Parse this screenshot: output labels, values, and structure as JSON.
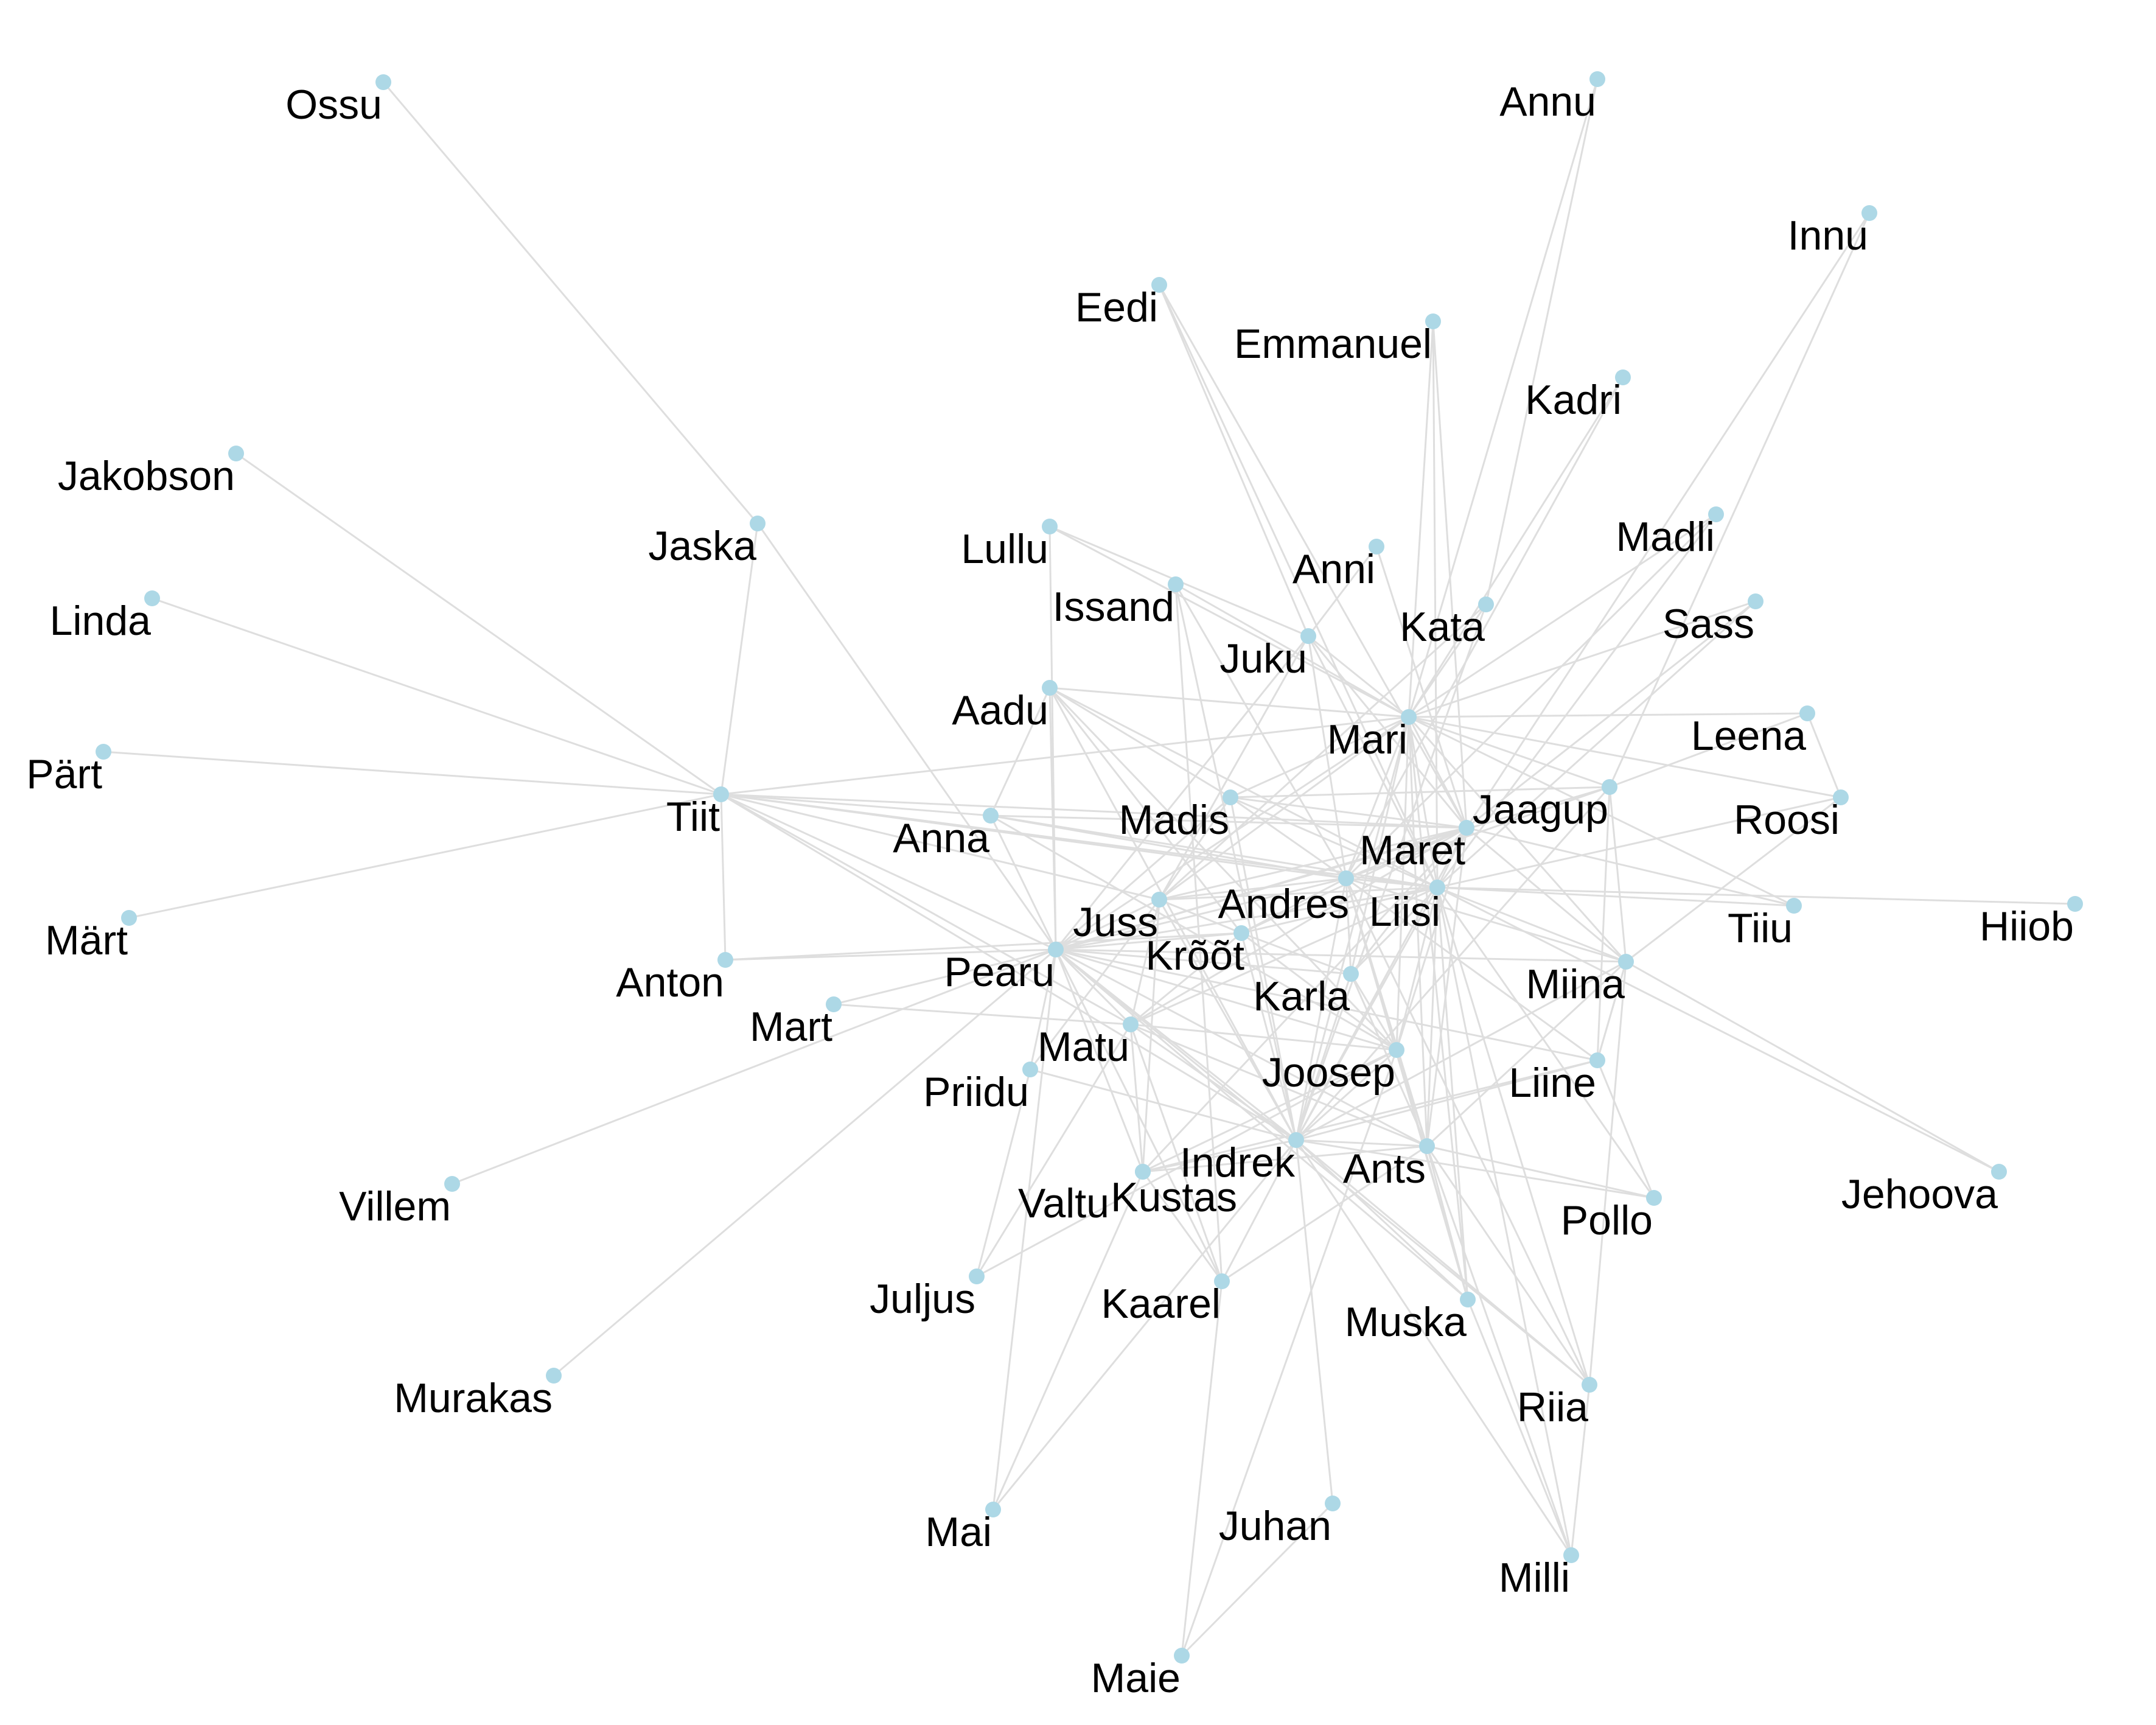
{
  "nodes": [
    {
      "id": "Ossu"
    },
    {
      "id": "Annu"
    },
    {
      "id": "Innu"
    },
    {
      "id": "Eedi"
    },
    {
      "id": "Emmanuel"
    },
    {
      "id": "Kadri"
    },
    {
      "id": "Jakobson"
    },
    {
      "id": "Madli"
    },
    {
      "id": "Jaska"
    },
    {
      "id": "Lullu"
    },
    {
      "id": "Anni"
    },
    {
      "id": "Issand"
    },
    {
      "id": "Kata"
    },
    {
      "id": "Sass"
    },
    {
      "id": "Linda"
    },
    {
      "id": "Juku"
    },
    {
      "id": "Aadu"
    },
    {
      "id": "Mari"
    },
    {
      "id": "Leena"
    },
    {
      "id": "Pärt"
    },
    {
      "id": "Tiit"
    },
    {
      "id": "Madis"
    },
    {
      "id": "Jaagup"
    },
    {
      "id": "Roosi"
    },
    {
      "id": "Anna"
    },
    {
      "id": "Maret"
    },
    {
      "id": "Andres"
    },
    {
      "id": "Liisi"
    },
    {
      "id": "Juss"
    },
    {
      "id": "Tiiu"
    },
    {
      "id": "Hiiob"
    },
    {
      "id": "Märt"
    },
    {
      "id": "Krõõt"
    },
    {
      "id": "Pearu"
    },
    {
      "id": "Anton"
    },
    {
      "id": "Miina"
    },
    {
      "id": "Karla"
    },
    {
      "id": "Mart"
    },
    {
      "id": "Matu"
    },
    {
      "id": "Joosep"
    },
    {
      "id": "Priidu"
    },
    {
      "id": "Liine"
    },
    {
      "id": "Indrek"
    },
    {
      "id": "Ants"
    },
    {
      "id": "Kustas"
    },
    {
      "id": "Valtu"
    },
    {
      "id": "Villem"
    },
    {
      "id": "Pollo"
    },
    {
      "id": "Jehoova"
    },
    {
      "id": "Juljus"
    },
    {
      "id": "Kaarel"
    },
    {
      "id": "Muska"
    },
    {
      "id": "Murakas"
    },
    {
      "id": "Riia"
    },
    {
      "id": "Mai"
    },
    {
      "id": "Juhan"
    },
    {
      "id": "Milli"
    },
    {
      "id": "Maie"
    }
  ],
  "edges": [
    [
      "Ossu",
      "Jaska"
    ],
    [
      "Jaska",
      "Tiit"
    ],
    [
      "Jaska",
      "Pearu"
    ],
    [
      "Jakobson",
      "Tiit"
    ],
    [
      "Linda",
      "Tiit"
    ],
    [
      "Pärt",
      "Tiit"
    ],
    [
      "Märt",
      "Tiit"
    ],
    [
      "Tiit",
      "Anton"
    ],
    [
      "Tiit",
      "Anna"
    ],
    [
      "Tiit",
      "Pearu"
    ],
    [
      "Tiit",
      "Mari"
    ],
    [
      "Tiit",
      "Maret"
    ],
    [
      "Tiit",
      "Liisi"
    ],
    [
      "Tiit",
      "Juss"
    ],
    [
      "Tiit",
      "Indrek"
    ],
    [
      "Tiit",
      "Andres"
    ],
    [
      "Tiit",
      "Matu"
    ],
    [
      "Annu",
      "Kata"
    ],
    [
      "Annu",
      "Mari"
    ],
    [
      "Innu",
      "Jaagup"
    ],
    [
      "Innu",
      "Maret"
    ],
    [
      "Eedi",
      "Juku"
    ],
    [
      "Eedi",
      "Maret"
    ],
    [
      "Eedi",
      "Liisi"
    ],
    [
      "Emmanuel",
      "Mari"
    ],
    [
      "Emmanuel",
      "Maret"
    ],
    [
      "Emmanuel",
      "Liisi"
    ],
    [
      "Kadri",
      "Mari"
    ],
    [
      "Kadri",
      "Andres"
    ],
    [
      "Madli",
      "Mari"
    ],
    [
      "Madli",
      "Andres"
    ],
    [
      "Madli",
      "Liisi"
    ],
    [
      "Sass",
      "Mari"
    ],
    [
      "Sass",
      "Maret"
    ],
    [
      "Sass",
      "Liisi"
    ],
    [
      "Leena",
      "Mari"
    ],
    [
      "Leena",
      "Jaagup"
    ],
    [
      "Leena",
      "Roosi"
    ],
    [
      "Roosi",
      "Liisi"
    ],
    [
      "Roosi",
      "Miina"
    ],
    [
      "Roosi",
      "Mari"
    ],
    [
      "Tiiu",
      "Mari"
    ],
    [
      "Tiiu",
      "Liisi"
    ],
    [
      "Hiiob",
      "Liisi"
    ],
    [
      "Jehoova",
      "Liisi"
    ],
    [
      "Lullu",
      "Juku"
    ],
    [
      "Lullu",
      "Pearu"
    ],
    [
      "Lullu",
      "Mari"
    ],
    [
      "Issand",
      "Mari"
    ],
    [
      "Issand",
      "Andres"
    ],
    [
      "Issand",
      "Indrek"
    ],
    [
      "Issand",
      "Kaarel"
    ],
    [
      "Anni",
      "Juku"
    ],
    [
      "Anni",
      "Maret"
    ],
    [
      "Kata",
      "Mari"
    ],
    [
      "Kata",
      "Juss"
    ],
    [
      "Kata",
      "Indrek"
    ],
    [
      "Juku",
      "Mari"
    ],
    [
      "Juku",
      "Maret"
    ],
    [
      "Juku",
      "Liisi"
    ],
    [
      "Juku",
      "Andres"
    ],
    [
      "Juku",
      "Pearu"
    ],
    [
      "Juku",
      "Juss"
    ],
    [
      "Aadu",
      "Mari"
    ],
    [
      "Aadu",
      "Pearu"
    ],
    [
      "Aadu",
      "Madis"
    ],
    [
      "Aadu",
      "Joosep"
    ],
    [
      "Aadu",
      "Indrek"
    ],
    [
      "Aadu",
      "Anna"
    ],
    [
      "Aadu",
      "Liisi"
    ],
    [
      "Aadu",
      "Krõõt"
    ],
    [
      "Mari",
      "Maret"
    ],
    [
      "Mari",
      "Andres"
    ],
    [
      "Mari",
      "Liisi"
    ],
    [
      "Mari",
      "Pearu"
    ],
    [
      "Mari",
      "Madis"
    ],
    [
      "Mari",
      "Miina"
    ],
    [
      "Mari",
      "Indrek"
    ],
    [
      "Mari",
      "Joosep"
    ],
    [
      "Mari",
      "Karla"
    ],
    [
      "Mari",
      "Juss"
    ],
    [
      "Mari",
      "Ants"
    ],
    [
      "Mari",
      "Muska"
    ],
    [
      "Mari",
      "Jaagup"
    ],
    [
      "Madis",
      "Maret"
    ],
    [
      "Madis",
      "Pearu"
    ],
    [
      "Madis",
      "Indrek"
    ],
    [
      "Madis",
      "Juss"
    ],
    [
      "Madis",
      "Andres"
    ],
    [
      "Madis",
      "Liisi"
    ],
    [
      "Madis",
      "Jaagup"
    ],
    [
      "Jaagup",
      "Pearu"
    ],
    [
      "Jaagup",
      "Miina"
    ],
    [
      "Jaagup",
      "Andres"
    ],
    [
      "Jaagup",
      "Indrek"
    ],
    [
      "Jaagup",
      "Liine"
    ],
    [
      "Anna",
      "Pearu"
    ],
    [
      "Anna",
      "Andres"
    ],
    [
      "Anna",
      "Maret"
    ],
    [
      "Anna",
      "Joosep"
    ],
    [
      "Anna",
      "Liisi"
    ],
    [
      "Maret",
      "Andres"
    ],
    [
      "Maret",
      "Liisi"
    ],
    [
      "Maret",
      "Pearu"
    ],
    [
      "Maret",
      "Indrek"
    ],
    [
      "Maret",
      "Joosep"
    ],
    [
      "Maret",
      "Karla"
    ],
    [
      "Maret",
      "Miina"
    ],
    [
      "Maret",
      "Ants"
    ],
    [
      "Maret",
      "Juss"
    ],
    [
      "Maret",
      "Tiiu"
    ],
    [
      "Maret",
      "Krõõt"
    ],
    [
      "Maret",
      "Matu"
    ],
    [
      "Maret",
      "Kustas"
    ],
    [
      "Andres",
      "Liisi"
    ],
    [
      "Andres",
      "Pearu"
    ],
    [
      "Andres",
      "Indrek"
    ],
    [
      "Andres",
      "Joosep"
    ],
    [
      "Andres",
      "Ants"
    ],
    [
      "Andres",
      "Krõõt"
    ],
    [
      "Andres",
      "Karla"
    ],
    [
      "Andres",
      "Juss"
    ],
    [
      "Andres",
      "Miina"
    ],
    [
      "Andres",
      "Muska"
    ],
    [
      "Andres",
      "Liine"
    ],
    [
      "Andres",
      "Riia"
    ],
    [
      "Liisi",
      "Pearu"
    ],
    [
      "Liisi",
      "Indrek"
    ],
    [
      "Liisi",
      "Joosep"
    ],
    [
      "Liisi",
      "Ants"
    ],
    [
      "Liisi",
      "Miina"
    ],
    [
      "Liisi",
      "Karla"
    ],
    [
      "Liisi",
      "Juss"
    ],
    [
      "Liisi",
      "Krõõt"
    ],
    [
      "Liisi",
      "Muska"
    ],
    [
      "Liisi",
      "Riia"
    ],
    [
      "Liisi",
      "Milli"
    ],
    [
      "Liisi",
      "Pollo"
    ],
    [
      "Liisi",
      "Matu"
    ],
    [
      "Juss",
      "Pearu"
    ],
    [
      "Juss",
      "Indrek"
    ],
    [
      "Juss",
      "Matu"
    ],
    [
      "Juss",
      "Priidu"
    ],
    [
      "Juss",
      "Krõõt"
    ],
    [
      "Juss",
      "Kustas"
    ],
    [
      "Krõõt",
      "Pearu"
    ],
    [
      "Krõõt",
      "Indrek"
    ],
    [
      "Krõõt",
      "Joosep"
    ],
    [
      "Krõõt",
      "Matu"
    ],
    [
      "Krõõt",
      "Karla"
    ],
    [
      "Pearu",
      "Anton"
    ],
    [
      "Pearu",
      "Mart"
    ],
    [
      "Pearu",
      "Villem"
    ],
    [
      "Pearu",
      "Murakas"
    ],
    [
      "Pearu",
      "Matu"
    ],
    [
      "Pearu",
      "Indrek"
    ],
    [
      "Pearu",
      "Joosep"
    ],
    [
      "Pearu",
      "Kaarel"
    ],
    [
      "Pearu",
      "Kustas"
    ],
    [
      "Pearu",
      "Ants"
    ],
    [
      "Pearu",
      "Karla"
    ],
    [
      "Pearu",
      "Priidu"
    ],
    [
      "Pearu",
      "Muska"
    ],
    [
      "Pearu",
      "Miina"
    ],
    [
      "Pearu",
      "Riia"
    ],
    [
      "Pearu",
      "Mai"
    ],
    [
      "Pearu",
      "Liine"
    ],
    [
      "Mart",
      "Matu"
    ],
    [
      "Anton",
      "Krõõt"
    ],
    [
      "Karla",
      "Indrek"
    ],
    [
      "Karla",
      "Ants"
    ],
    [
      "Karla",
      "Joosep"
    ],
    [
      "Matu",
      "Indrek"
    ],
    [
      "Matu",
      "Joosep"
    ],
    [
      "Matu",
      "Kustas"
    ],
    [
      "Matu",
      "Kaarel"
    ],
    [
      "Matu",
      "Juljus"
    ],
    [
      "Matu",
      "Ants"
    ],
    [
      "Joosep",
      "Indrek"
    ],
    [
      "Joosep",
      "Ants"
    ],
    [
      "Joosep",
      "Kustas"
    ],
    [
      "Joosep",
      "Muska"
    ],
    [
      "Joosep",
      "Juljus"
    ],
    [
      "Joosep",
      "Maie"
    ],
    [
      "Priidu",
      "Juljus"
    ],
    [
      "Priidu",
      "Indrek"
    ],
    [
      "Liine",
      "Indrek"
    ],
    [
      "Liine",
      "Pollo"
    ],
    [
      "Liine",
      "Kustas"
    ],
    [
      "Liine",
      "Miina"
    ],
    [
      "Miina",
      "Ants"
    ],
    [
      "Miina",
      "Jehoova"
    ],
    [
      "Miina",
      "Indrek"
    ],
    [
      "Miina",
      "Riia"
    ],
    [
      "Miina",
      "Liine"
    ],
    [
      "Indrek",
      "Ants"
    ],
    [
      "Indrek",
      "Kustas"
    ],
    [
      "Indrek",
      "Kaarel"
    ],
    [
      "Indrek",
      "Mai"
    ],
    [
      "Indrek",
      "Juhan"
    ],
    [
      "Indrek",
      "Riia"
    ],
    [
      "Indrek",
      "Milli"
    ],
    [
      "Indrek",
      "Muska"
    ],
    [
      "Indrek",
      "Pollo"
    ],
    [
      "Ants",
      "Kustas"
    ],
    [
      "Ants",
      "Muska"
    ],
    [
      "Ants",
      "Riia"
    ],
    [
      "Ants",
      "Milli"
    ],
    [
      "Ants",
      "Kaarel"
    ],
    [
      "Ants",
      "Pollo"
    ],
    [
      "Kustas",
      "Mai"
    ],
    [
      "Kustas",
      "Kaarel"
    ],
    [
      "Kaarel",
      "Maie"
    ],
    [
      "Maie",
      "Juhan"
    ],
    [
      "Muska",
      "Milli"
    ],
    [
      "Riia",
      "Milli"
    ]
  ]
}
